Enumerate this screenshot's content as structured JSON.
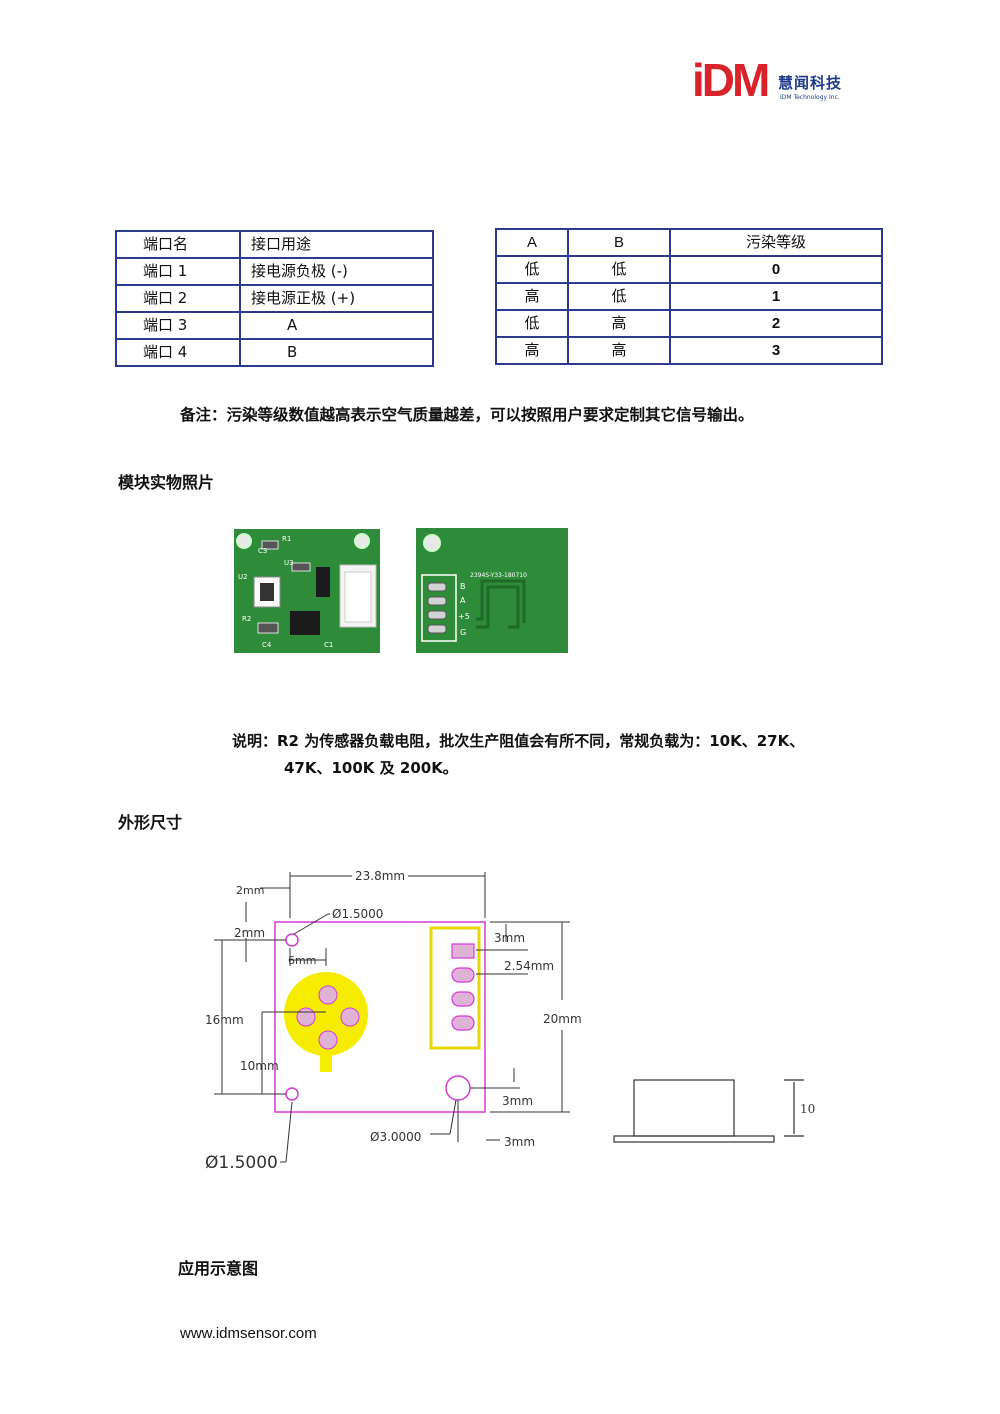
{
  "logo": {
    "mark": "iDM",
    "name_cn": "慧闻科技",
    "name_en": "IDM Technology Inc."
  },
  "ports_table": {
    "header": [
      "端口名",
      "接口用途"
    ],
    "rows": [
      [
        "端口 1",
        "接电源负极 (-)"
      ],
      [
        "端口 2",
        "接电源正极 (+)"
      ],
      [
        "端口 3",
        "A"
      ],
      [
        "端口 4",
        "B"
      ]
    ]
  },
  "levels_table": {
    "header": [
      "A",
      "B",
      "污染等级"
    ],
    "rows": [
      [
        "低",
        "低",
        "0"
      ],
      [
        "高",
        "低",
        "1"
      ],
      [
        "低",
        "高",
        "2"
      ],
      [
        "高",
        "高",
        "3"
      ]
    ]
  },
  "note": "备注：污染等级数值越高表示空气质量越差，可以按照用户要求定制其它信号输出。",
  "section_photo": "模块实物照片",
  "photo_labels": {
    "front": [
      "C3",
      "R1",
      "U2",
      "U3",
      "R2",
      "C4",
      "C1"
    ],
    "back": [
      "B",
      "A",
      "+5",
      "G"
    ],
    "back_code": "2394S-Y33-180710"
  },
  "explanation": {
    "line1": "说明：R2 为传感器负载电阻，批次生产阻值会有所不同，常规负载为：10K、27K、",
    "line2": "47K、100K 及 200K。"
  },
  "section_dims": "外形尺寸",
  "dimensions": {
    "width": "23.8mm",
    "hole_top": "Ø1.5000",
    "hole_bottom": "Ø1.5000",
    "hole_big": "Ø3.0000",
    "edge1": "2mm",
    "edge2": "2mm",
    "sensor": "6mm",
    "height_left": "16mm",
    "lower": "10mm",
    "pin_top": "3mm",
    "pitch": "2.54mm",
    "height_right": "20mm",
    "big_hole_edge": "3mm",
    "big_hole_side": "3mm",
    "side_height": "10"
  },
  "section_app": "应用示意图",
  "footer": "www.idmsensor.com"
}
